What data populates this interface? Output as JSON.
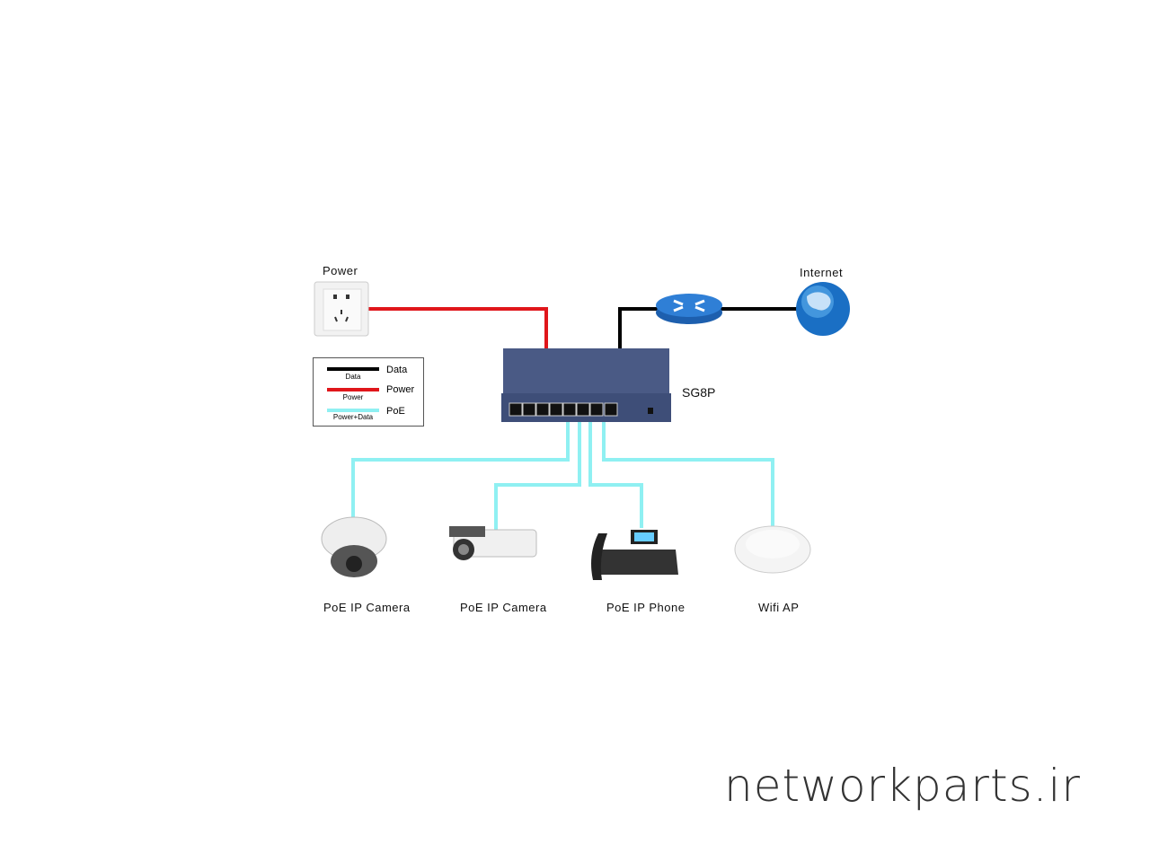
{
  "labels": {
    "power": "Power",
    "internet": "Internet",
    "switch_model": "SG8P",
    "device1": "PoE IP Camera",
    "device2": "PoE IP Camera",
    "device3": "PoE IP Phone",
    "device4": "Wifi AP"
  },
  "legend": [
    {
      "name": "Data",
      "sub": "Data",
      "color": "#000000"
    },
    {
      "name": "Power",
      "sub": "Power",
      "color": "#e0161b"
    },
    {
      "name": "PoE",
      "sub": "Power+Data",
      "color": "#8ff0f2"
    }
  ],
  "watermark": "networkparts.ir"
}
